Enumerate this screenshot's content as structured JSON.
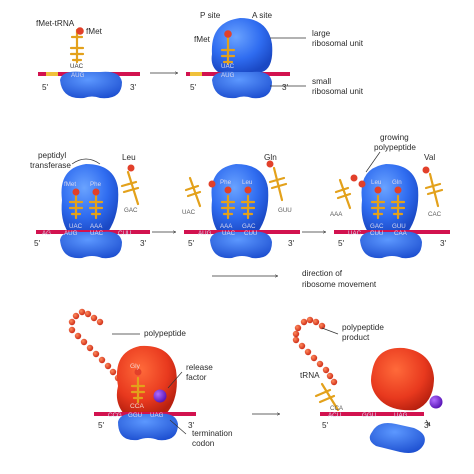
{
  "labels": {
    "fmet_trna": "fMet-tRNA",
    "fmet": "fMet",
    "p_site": "P site",
    "a_site": "A site",
    "large_unit_1": "large",
    "large_unit_2": "ribosomal unit",
    "small_unit_1": "small",
    "small_unit_2": "ribosomal unit",
    "peptidyl_1": "peptidyl",
    "peptidyl_2": "transferase",
    "leu": "Leu",
    "gln": "Gln",
    "val": "Val",
    "gly": "Gly",
    "phe": "Phe",
    "growing_1": "growing",
    "growing_2": "polypeptide",
    "direction_1": "direction of",
    "direction_2": "ribosome movement",
    "polypeptide": "polypeptide",
    "product_1": "polypeptide",
    "product_2": "product",
    "release_1": "release",
    "release_2": "factor",
    "trna": "tRNA",
    "termination_1": "termination",
    "termination_2": "codon",
    "five_prime": "5'",
    "three_prime": "3'"
  },
  "codons": {
    "uac": "UAC",
    "aug": "AUG",
    "ag": "AG",
    "gac": "GAC",
    "aaa": "AAA",
    "gg": "GG",
    "cuu": "CUU",
    "caa": "CAA",
    "guu": "GUU",
    "aau": "AAU",
    "cac": "CAC",
    "ccg": "CCG",
    "cca": "CCA",
    "ggu": "GGU",
    "uag": "UAG",
    "acu": "ACU",
    "gu": "GU"
  },
  "colors": {
    "ribosome_blue": "#2f6cf0",
    "ribosome_red": "#e8391e",
    "mrna": "#d2124f",
    "trna": "#e3a11b",
    "amino_acid": "#e2402a",
    "release_factor": "#7a2bd6"
  }
}
